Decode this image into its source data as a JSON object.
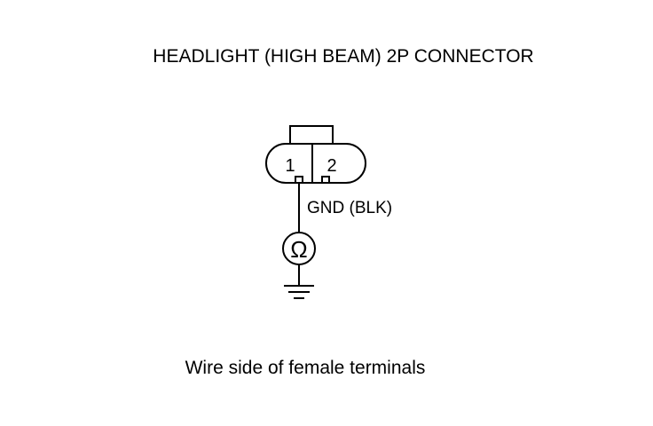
{
  "diagram": {
    "title": "HEADLIGHT (HIGH BEAM) 2P CONNECTOR",
    "caption": "Wire side of female terminals",
    "connector": {
      "pin1_label": "1",
      "pin2_label": "2"
    },
    "wire_label": "GND (BLK)",
    "meter_symbol": "Ω",
    "colors": {
      "line": "#000000",
      "background": "#ffffff"
    },
    "icons": {
      "meter": "ohmmeter-icon",
      "ground": "ground-icon"
    }
  }
}
